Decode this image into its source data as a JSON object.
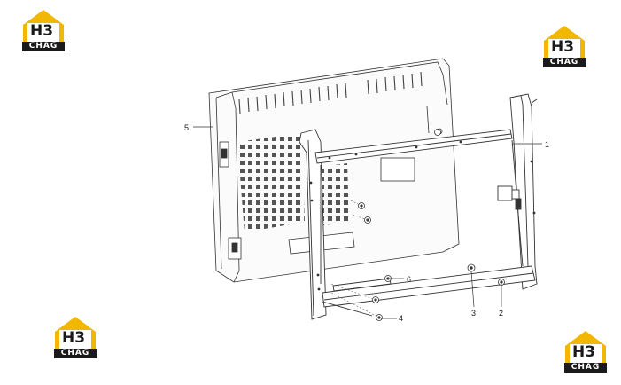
{
  "logos": [
    {
      "mark": "H3",
      "text": "CHAG"
    },
    {
      "mark": "H3",
      "text": "CHAG"
    },
    {
      "mark": "H3",
      "text": "CHAG"
    },
    {
      "mark": "H3",
      "text": "CHAG"
    }
  ],
  "callouts": [
    {
      "label": "1"
    },
    {
      "label": "2"
    },
    {
      "label": "3"
    },
    {
      "label": "4"
    },
    {
      "label": "5"
    },
    {
      "label": "6"
    }
  ],
  "colors": {
    "logo_yellow": "#f2b705",
    "logo_dark": "#1a1a1a",
    "line": "#333333"
  }
}
